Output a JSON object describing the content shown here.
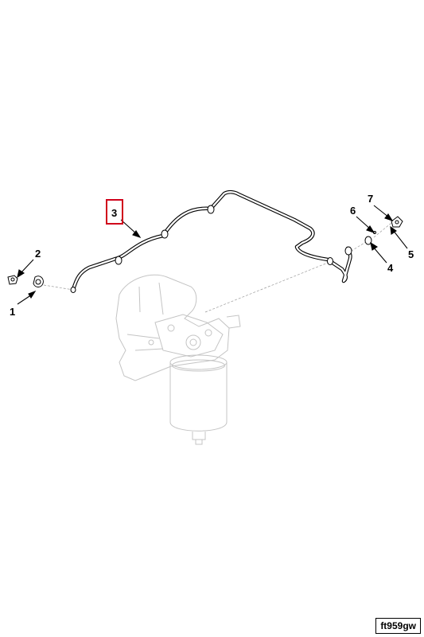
{
  "callouts": [
    {
      "id": "1",
      "label": "1"
    },
    {
      "id": "2",
      "label": "2"
    },
    {
      "id": "3",
      "label": "3",
      "highlighted": true
    },
    {
      "id": "4",
      "label": "4"
    },
    {
      "id": "5",
      "label": "5"
    },
    {
      "id": "6",
      "label": "6"
    },
    {
      "id": "7",
      "label": "7"
    }
  ],
  "figure_code": "ft959gw",
  "colors": {
    "highlight": "#d0021b",
    "line": "#000000",
    "ghost": "#bdbdbd"
  }
}
